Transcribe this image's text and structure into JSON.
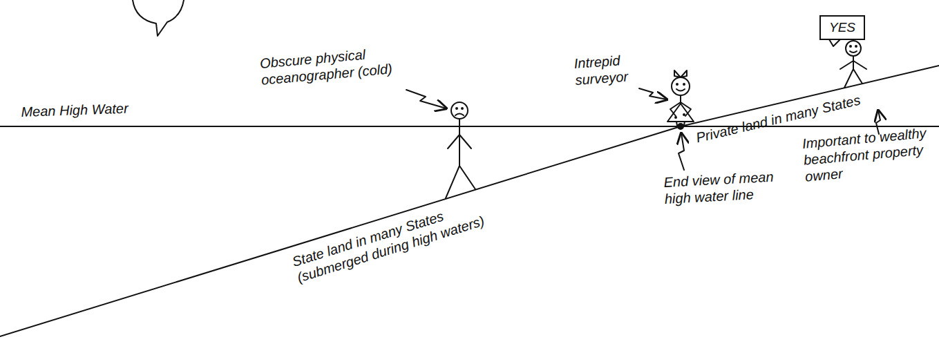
{
  "diagram": {
    "nodes": [
      {
        "text": [
          "YES"
        ]
      }
    ],
    "labels": [
      "Mean High Water",
      "Obscure physical oceanographer (cold)",
      "Intrepid surveyor",
      "Private land in many States",
      "Important to wealthy beachfront property owner",
      "End view of mean high water line",
      "State land in many States (submerged during high waters)"
    ]
  }
}
